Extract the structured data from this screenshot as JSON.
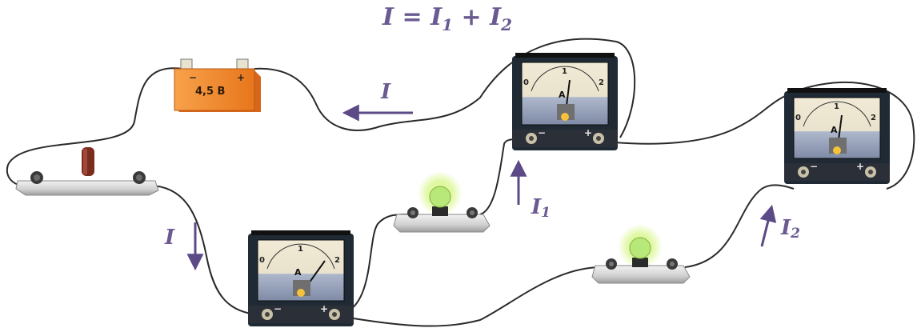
{
  "formula": {
    "I": "I",
    "eq": "=",
    "I1": "I",
    "sub1": "1",
    "plus": "+",
    "I2": "I",
    "sub2": "2"
  },
  "battery": {
    "minus": "−",
    "plus": "+",
    "voltage": "4,5 В"
  },
  "ammeters": [
    {
      "id": "main",
      "scale": [
        "0",
        "1",
        "2"
      ],
      "unit": "A",
      "terminal_minus": "−",
      "terminal_plus": "+"
    },
    {
      "id": "branch1",
      "scale": [
        "0",
        "1",
        "2"
      ],
      "unit": "A",
      "terminal_minus": "−",
      "terminal_plus": "+"
    },
    {
      "id": "branch2",
      "scale": [
        "0",
        "1",
        "2"
      ],
      "unit": "A",
      "terminal_minus": "−",
      "terminal_plus": "+"
    }
  ],
  "currents": {
    "top": "I",
    "left": "I",
    "branch1": "I",
    "branch1_sub": "1",
    "branch2": "I",
    "branch2_sub": "2"
  },
  "colors": {
    "wire": "#2a2a2a",
    "arrow": "#5b4a86",
    "label": "#6b5a92",
    "battery": "#f08a2c",
    "ammeter_body": "#1f2a35",
    "lamp_glow": "#c8f25a"
  }
}
